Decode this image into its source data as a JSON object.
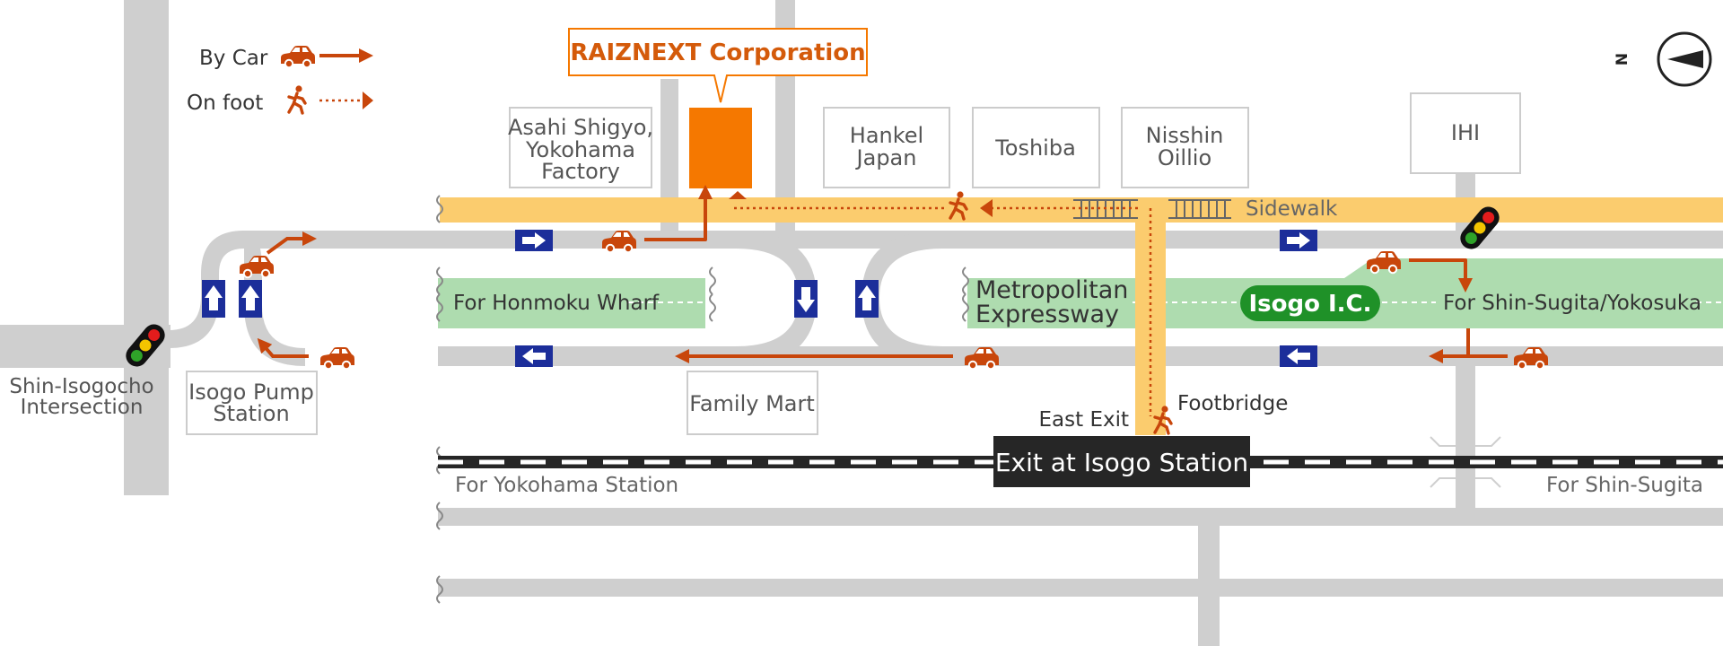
{
  "legend": {
    "by_car": "By Car",
    "on_foot": "On foot"
  },
  "compass": {
    "north": "N"
  },
  "destination": {
    "name": "RAIZNEXT Corporation"
  },
  "buildings": {
    "asahi": [
      "Asahi Shigyo,",
      "Yokohama",
      "Factory"
    ],
    "hankel": [
      "Hankel",
      "Japan"
    ],
    "toshiba": [
      "Toshiba"
    ],
    "nisshin": [
      "Nisshin",
      "Oillio"
    ],
    "ihi": [
      "IHI"
    ],
    "pump": [
      "Isogo Pump",
      "Station"
    ],
    "familymart": [
      "Family Mart"
    ]
  },
  "labels": {
    "sidewalk": "Sidewalk",
    "honmoku": "For Honmoku Wharf",
    "expressway": [
      "Metropolitan",
      "Expressway"
    ],
    "isogo_ic": "Isogo I.C.",
    "shinsugita_yokosuka": "For Shin-Sugita/Yokosuka",
    "intersection": [
      "Shin-Isogocho",
      "Intersection"
    ],
    "east_exit": "East Exit",
    "footbridge": "Footbridge",
    "station_exit": "Exit at Isogo Station",
    "yokohama_station": "For Yokohama Station",
    "shin_sugita": "For Shin-Sugita"
  },
  "colors": {
    "road": "#cfcfcf",
    "sidewalk": "#fbcc6e",
    "expressway": "#aedcaf",
    "accent": "#c8460b",
    "destination": "#f57800",
    "arrow_sign": "#1c2e9a",
    "ic_badge": "#1f9128",
    "station": "#262626"
  }
}
